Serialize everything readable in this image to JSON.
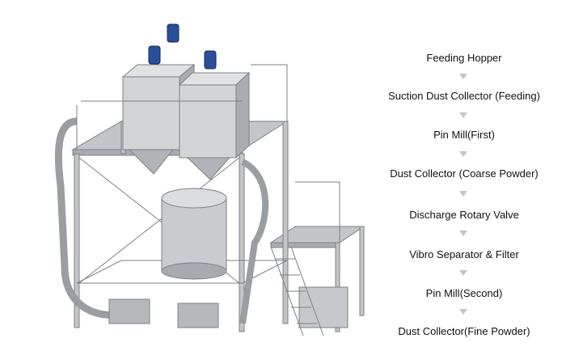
{
  "flow": {
    "steps": [
      "Feeding Hopper",
      "Suction Dust Collector (Feeding)",
      "Pin Mill(First)",
      "Dust Collector (Coarse Powder)",
      "Discharge Rotary Valve",
      "Vibro Separator & Filter",
      "Pin Mill(Second)",
      "Dust Collector(Fine Powder)"
    ],
    "arrow_icon": "triangle-down"
  },
  "colors": {
    "steel": "#b9bcc0",
    "steel_dark": "#8d9095",
    "motor": "#2a4f9a",
    "arrow": "#c4c4c4"
  }
}
